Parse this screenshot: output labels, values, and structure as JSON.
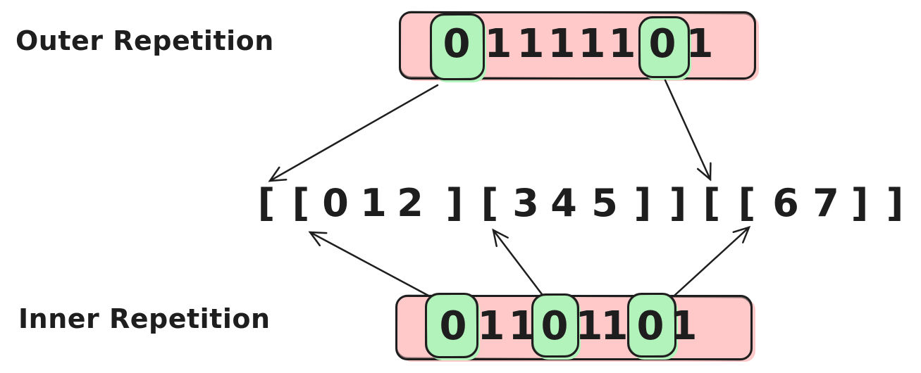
{
  "labels": {
    "outer": "Outer Repetition",
    "inner": "Inner Repetition"
  },
  "outer_row": {
    "bits": "01111101",
    "digits": [
      {
        "char": "0",
        "highlighted": true
      },
      {
        "char": "1",
        "highlighted": false
      },
      {
        "char": "1",
        "highlighted": false
      },
      {
        "char": "1",
        "highlighted": false
      },
      {
        "char": "1",
        "highlighted": false
      },
      {
        "char": "1",
        "highlighted": false
      },
      {
        "char": "0",
        "highlighted": true
      },
      {
        "char": "1",
        "highlighted": false
      }
    ]
  },
  "inner_row": {
    "bits": "01101101",
    "digits": [
      {
        "char": "0",
        "highlighted": true
      },
      {
        "char": "1",
        "highlighted": false
      },
      {
        "char": "1",
        "highlighted": false
      },
      {
        "char": "0",
        "highlighted": true
      },
      {
        "char": "1",
        "highlighted": false
      },
      {
        "char": "1",
        "highlighted": false
      },
      {
        "char": "0",
        "highlighted": true
      },
      {
        "char": "1",
        "highlighted": false
      }
    ]
  },
  "expression": {
    "text": "[ [ 0 1 2 ] [ 3 4 5 ] ] [ [ 6 7 ] ]",
    "tokens": [
      "[",
      "[",
      "0",
      "1",
      "2",
      "]",
      "[",
      "3",
      "4",
      "5",
      "]",
      "]",
      "[",
      "[",
      "6",
      "7",
      "]",
      "]"
    ]
  },
  "arrows": [
    {
      "id": "arrow-outer-0",
      "from": "outer row bit 0 (highlighted 0)",
      "to": "opening bracket of first outer list"
    },
    {
      "id": "arrow-outer-6",
      "from": "outer row bit 6 (highlighted 0)",
      "to": "opening bracket of second outer list"
    },
    {
      "id": "arrow-inner-0",
      "from": "inner row bit 0 (highlighted 0)",
      "to": "opening bracket of inner list [ 0 1 2 ]"
    },
    {
      "id": "arrow-inner-3",
      "from": "inner row bit 3 (highlighted 0)",
      "to": "opening bracket of inner list [ 3 4 5 ]"
    },
    {
      "id": "arrow-inner-6",
      "from": "inner row bit 6 (highlighted 0)",
      "to": "opening bracket of inner list [ 6 7 ]"
    }
  ],
  "colors": {
    "row_fill": "#ffc9c9",
    "highlight_fill": "#b2f2bb",
    "stroke": "#1e1e1e",
    "background": "#ffffff"
  }
}
